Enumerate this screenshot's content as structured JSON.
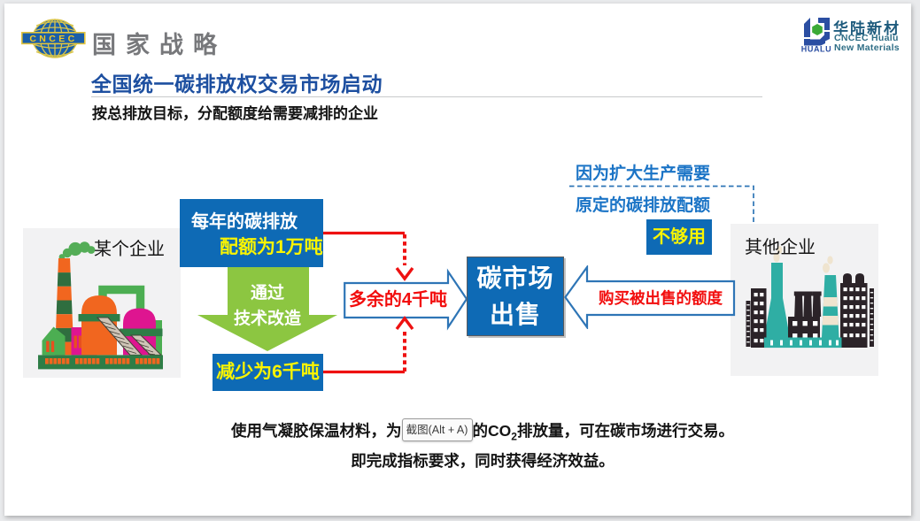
{
  "header": {
    "cncec_logo_text": "CNCEC",
    "cncec_caption": "国家战略",
    "hualu": {
      "mark_text": "HUALU",
      "cn": "华陆新材",
      "en1": "CNCEC Hualu",
      "en2": "New Materials"
    }
  },
  "title": {
    "main": "全国统一碳排放权交易市场启动",
    "subtitle": "按总排放目标，分配额度给需要减排的企业"
  },
  "diagram": {
    "left_company_label": "某个企业",
    "right_company_label": "其他企业",
    "quota_box_line1": "每年的碳排放",
    "quota_box_line2": "配额为1万吨",
    "green_arrow_line1": "通过",
    "green_arrow_line2": "技术改造",
    "reduced_box": "减少为6千吨",
    "surplus_callout": "多余的4千吨",
    "market_box_line1": "碳市场",
    "market_box_line2": "出售",
    "buy_callout": "购买被出售的额度",
    "reason_line1": "因为扩大生产需要",
    "reason_line2": "原定的碳排放配额",
    "not_enough": "不够用"
  },
  "bottom_note": {
    "line1_prefix": "使用气凝胶保温材料，为",
    "line1_co2_head": "的CO",
    "line1_co2_sub": "2",
    "line1_suffix": "排放量，可在碳市场进行交易。",
    "line2": "即完成指标要求，同时获得经济效益。"
  },
  "tooltip": {
    "label": "截图(Alt + A)"
  },
  "colors": {
    "box_blue": "#0e6ab5",
    "title_blue": "#1d4fa0",
    "note_blue": "#1b74c6",
    "callout_border_blue": "#2e75b6",
    "highlight_yellow": "#faf400",
    "arrow_green": "#8cc641",
    "connector_red": "#ee1111",
    "panel_gray": "#f2f2f3",
    "factory_orange": "#f1661f",
    "factory_magenta": "#de1590",
    "factory_green": "#4cae52",
    "factory_dark_green": "#2e7d46",
    "skyline_teal": "#2faea4",
    "skyline_black": "#2b2328",
    "smoke_cream": "#efe4cf"
  }
}
